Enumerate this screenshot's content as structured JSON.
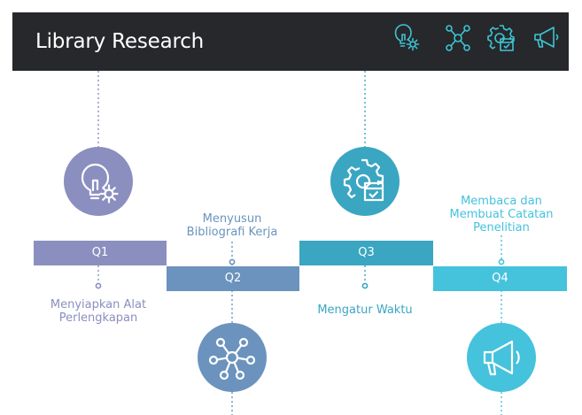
{
  "header": {
    "title": "Library Research",
    "icons": [
      "lightbulb-gear-icon",
      "network-icon",
      "gear-calendar-icon",
      "megaphone-icon"
    ]
  },
  "colors": {
    "header_bg": "#26282b",
    "header_icon": "#3ec4d4",
    "q1": "#8b8fbf",
    "q2": "#6b93bd",
    "q3": "#3aa6c2",
    "q4": "#45c2dc",
    "text_q1": "#8b8fbf",
    "text_q2": "#6b93bd",
    "text_q3": "#3aa6c2",
    "text_q4": "#45c2dc"
  },
  "steps": [
    {
      "label": "Q1",
      "caption_line1": "Menyiapkan Alat",
      "caption_line2": "Perlengkapan",
      "caption_line3": "",
      "icon": "lightbulb-gear-icon"
    },
    {
      "label": "Q2",
      "caption_line1": "Menyusun",
      "caption_line2": "Bibliografi Kerja",
      "caption_line3": "",
      "icon": "network-icon"
    },
    {
      "label": "Q3",
      "caption_line1": "Mengatur Waktu",
      "caption_line2": "",
      "caption_line3": "",
      "icon": "gear-calendar-icon"
    },
    {
      "label": "Q4",
      "caption_line1": "Membaca dan",
      "caption_line2": "Membuat Catatan",
      "caption_line3": "Penelitian",
      "icon": "megaphone-icon"
    }
  ]
}
